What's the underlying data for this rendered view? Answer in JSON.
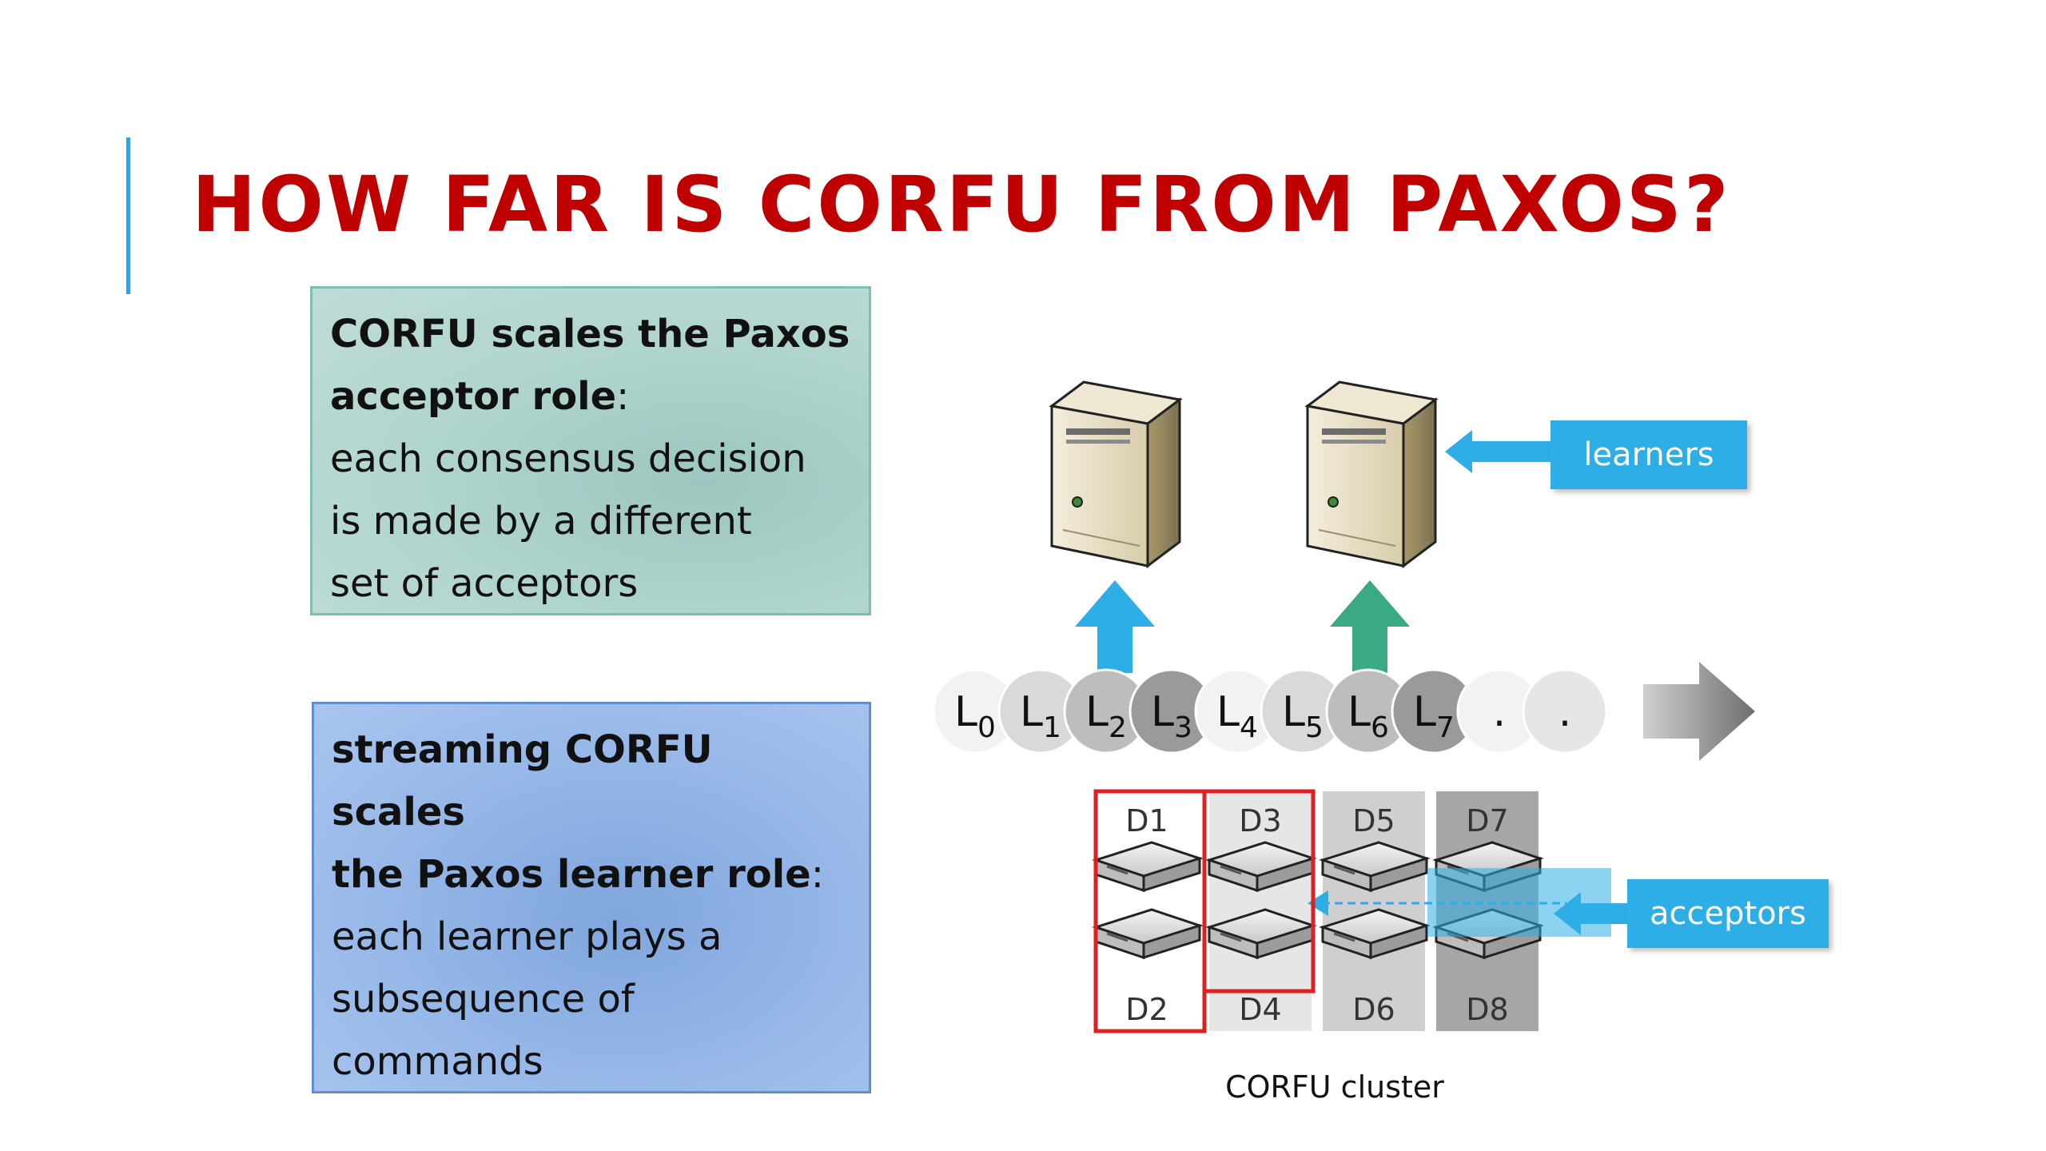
{
  "slide": {
    "title": "HOW FAR IS CORFU FROM PAXOS?"
  },
  "acceptor_box": {
    "heading_line1": "CORFU scales the Paxos",
    "heading_line2": "acceptor role",
    "colon": ":",
    "body_line1": "each consensus decision",
    "body_line2": "is made by a different",
    "body_line3": "set of acceptors"
  },
  "learner_box": {
    "heading_line1": "streaming CORFU scales",
    "heading_line2": "the Paxos learner role",
    "colon": ":",
    "body_line1": "each learner plays a",
    "body_line2": "subsequence of",
    "body_line3": "commands"
  },
  "diagram": {
    "learners_label": "learners",
    "acceptors_label": "acceptors",
    "cluster_caption": "CORFU cluster",
    "log_entries": [
      {
        "base": "L",
        "sub": "0",
        "shade": "#f2f2f2"
      },
      {
        "base": "L",
        "sub": "1",
        "shade": "#d9d9d9"
      },
      {
        "base": "L",
        "sub": "2",
        "shade": "#bdbdbd"
      },
      {
        "base": "L",
        "sub": "3",
        "shade": "#9a9a9a"
      },
      {
        "base": "L",
        "sub": "4",
        "shade": "#f2f2f2"
      },
      {
        "base": "L",
        "sub": "5",
        "shade": "#d9d9d9"
      },
      {
        "base": "L",
        "sub": "6",
        "shade": "#bdbdbd"
      },
      {
        "base": "L",
        "sub": "7",
        "shade": "#9a9a9a"
      },
      {
        "base": ".",
        "sub": "",
        "shade": "#f2f2f2"
      },
      {
        "base": ".",
        "sub": "",
        "shade": "#e6e6e6"
      }
    ],
    "disk_columns": [
      {
        "top": "D1",
        "bottom": "D2",
        "bg": "#ffffff"
      },
      {
        "top": "D3",
        "bottom": "D4",
        "bg": "#e6e6e6"
      },
      {
        "top": "D5",
        "bottom": "D6",
        "bg": "#cfcfcf"
      },
      {
        "top": "D7",
        "bottom": "D8",
        "bg": "#a6a6a6"
      }
    ],
    "colors": {
      "arrow_blue": "#2daee6",
      "arrow_green": "#3aaa84",
      "highlight_red": "#e02020",
      "flow_arrow_gray": "#8c8c8c"
    }
  }
}
